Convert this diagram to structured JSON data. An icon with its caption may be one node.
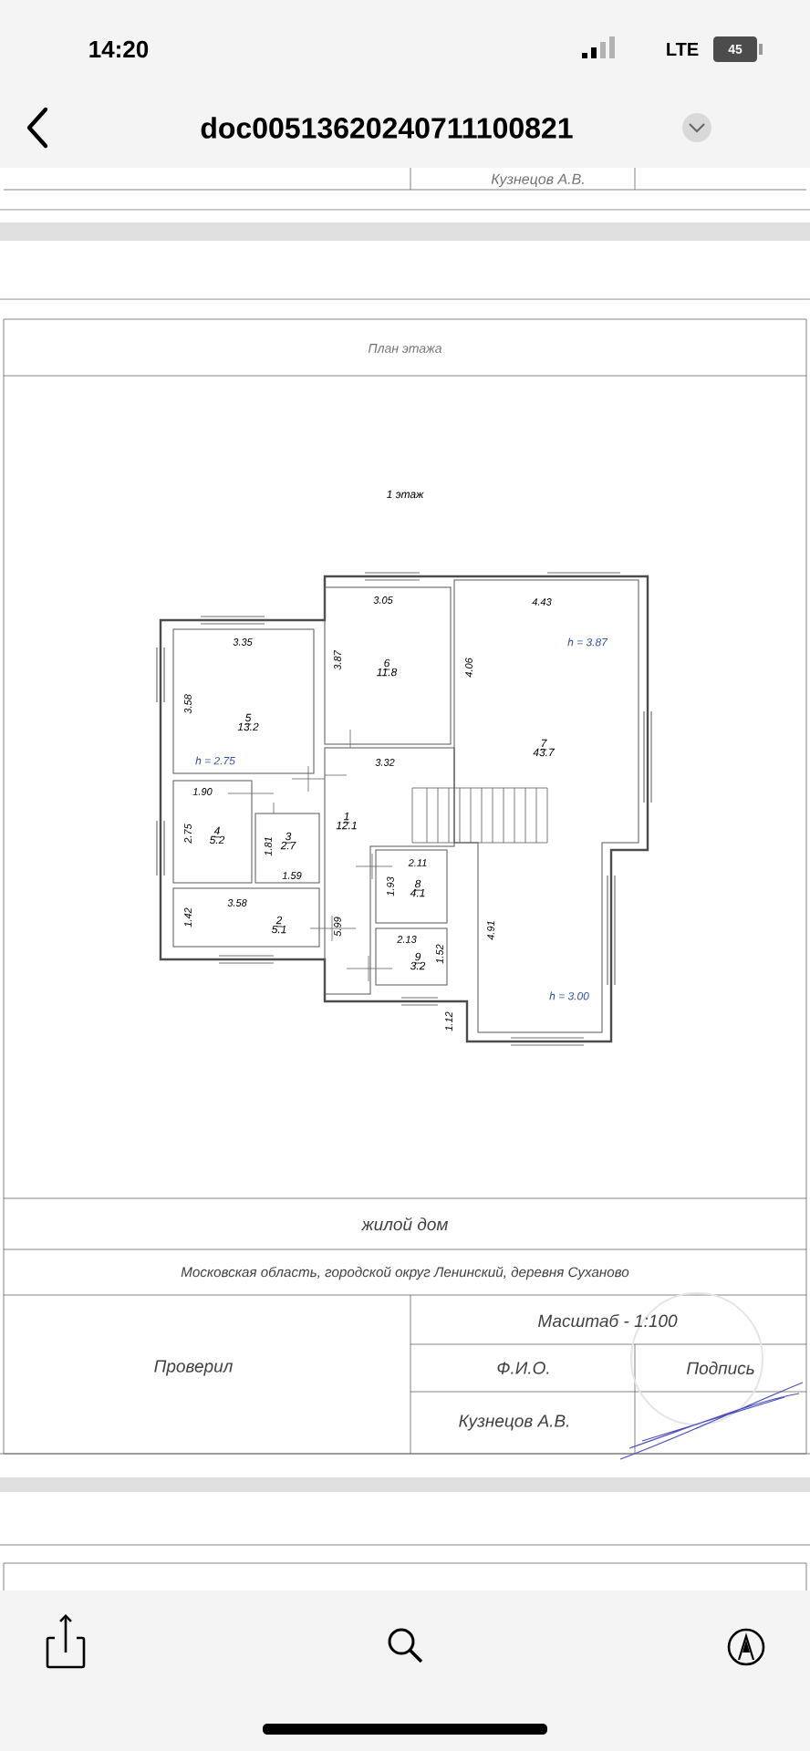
{
  "diagram": {
    "title": "План этажа",
    "nodes": [
      {
        "text": [
          "6",
          "11.8"
        ]
      },
      {
        "text": [
          "7",
          "43.7"
        ]
      },
      {
        "text": [
          "5",
          "13.2"
        ]
      },
      {
        "text": [
          "1",
          "12.1"
        ]
      },
      {
        "text": [
          "4",
          "5.2"
        ]
      },
      {
        "text": [
          "3",
          "2.7"
        ]
      },
      {
        "text": [
          "8",
          "4.1"
        ]
      },
      {
        "text": [
          "2",
          "5.1"
        ]
      },
      {
        "text": [
          "9",
          "3.2"
        ]
      }
    ],
    "labels": [
      "14:20",
      "LTE",
      "45",
      "doc00513620240711100821",
      "Кузнецов А.В.",
      "1 этаж",
      "3.05",
      "4.43",
      "3.35",
      "3.87",
      "4.06",
      "h = 3.87",
      "3.58",
      "h = 2.75",
      "3.32",
      "1.90",
      "2.75",
      "1.81",
      "1.59",
      "5.99",
      "2.11",
      "1.93",
      "3.58",
      "1.42",
      "2.13",
      "1.52",
      "4.91",
      "h = 3.00",
      "1.12",
      "жилой дом",
      "Московская область, городской округ Ленинский, деревня Суханово",
      "Масштаб - 1:100",
      "Проверил",
      "Ф.И.О.",
      "Подпись",
      "Кузнецов А.В."
    ]
  }
}
